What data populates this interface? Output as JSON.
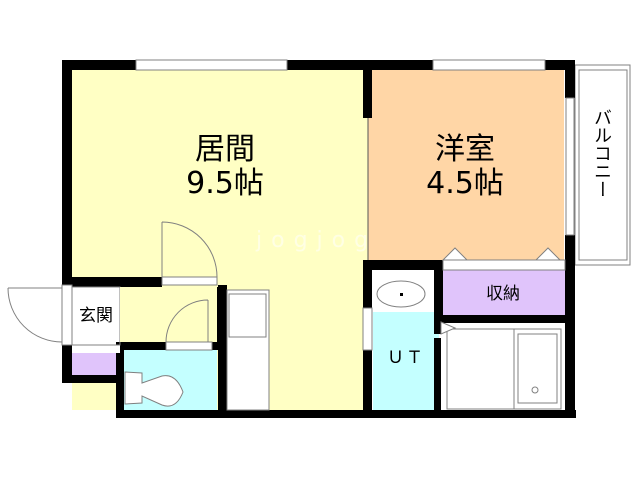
{
  "floorplan": {
    "rooms": [
      {
        "id": "living",
        "name": "居間",
        "size": "9.5帖",
        "color": "#ffffc4"
      },
      {
        "id": "western",
        "name": "洋室",
        "size": "4.5帖",
        "color": "#ffd6a6"
      },
      {
        "id": "balcony",
        "name": "バルコニー",
        "color": "#ffffff"
      },
      {
        "id": "storage",
        "name": "収納",
        "color": "#e0c4fb"
      },
      {
        "id": "entrance",
        "name": "玄関",
        "color": "#ffffff"
      },
      {
        "id": "unit-toilet",
        "name": "ＵＴ",
        "color": "#c4ffff"
      },
      {
        "id": "toilet",
        "name": "",
        "color": "#c4ffff"
      },
      {
        "id": "shoe-closet",
        "name": "",
        "color": "#e0c4fb"
      }
    ],
    "watermark": "jogjog",
    "colors": {
      "wall": "#000000",
      "living": "#ffffc4",
      "western": "#ffd6a6",
      "storage": "#e0c4fb",
      "wet": "#c4ffff",
      "fixture_line": "#808080"
    }
  }
}
